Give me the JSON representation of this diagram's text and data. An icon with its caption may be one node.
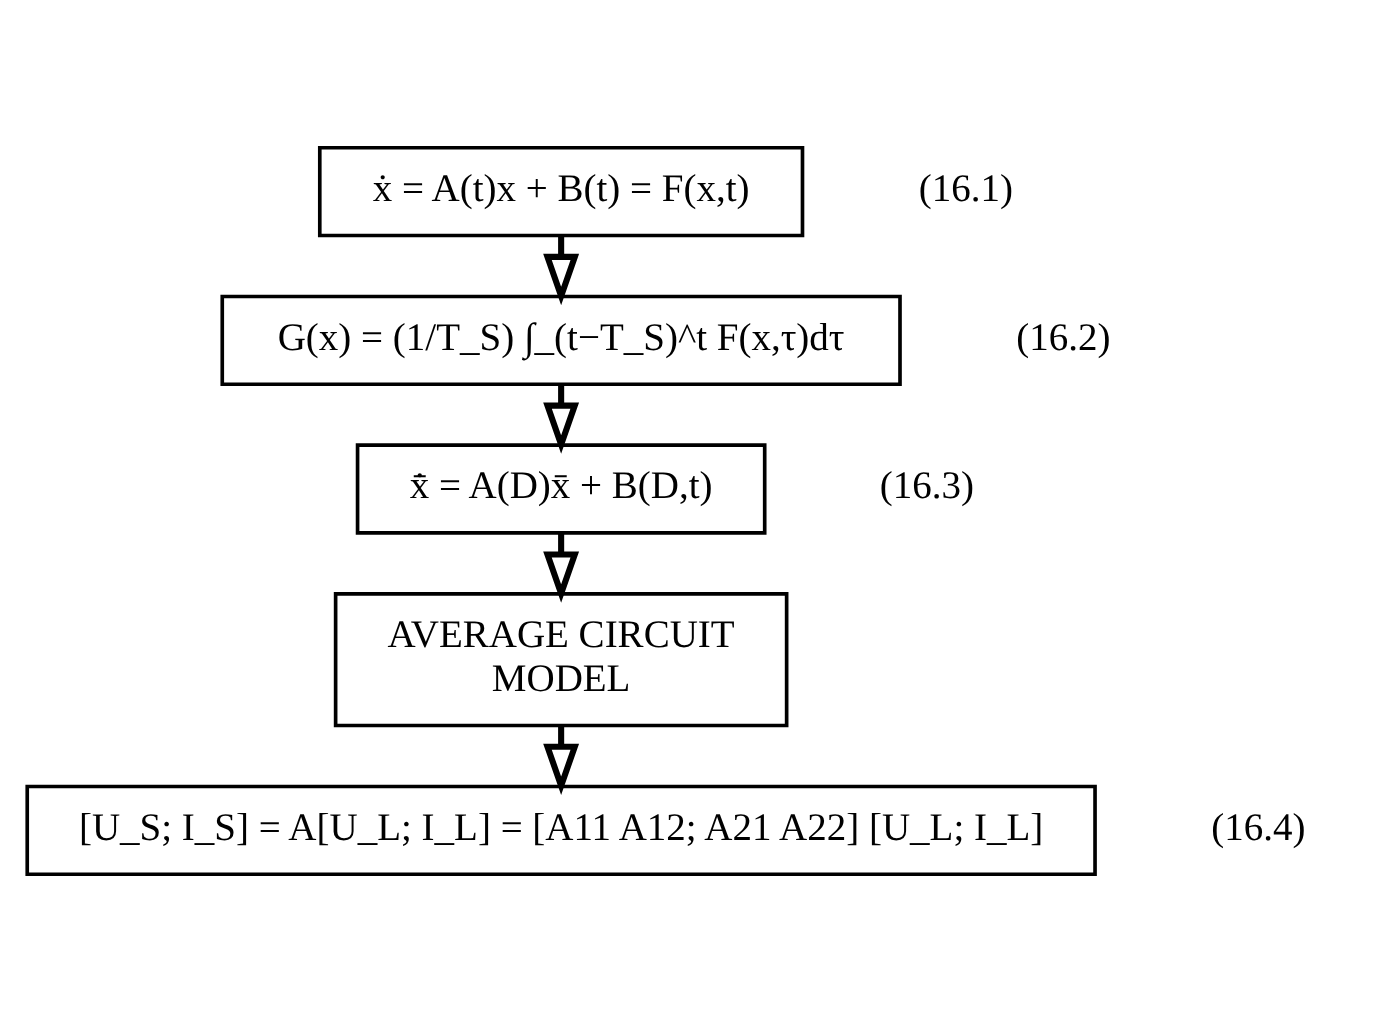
{
  "diagram": {
    "nodes": [
      {
        "text": [
          "ẋ = A(t)x + B(t) = F(x,t)"
        ],
        "beside": [
          "(16.1)"
        ]
      },
      {
        "text": [
          "G(x) = (1/T_S) ∫_(t−T_S)^t F(x,τ)dτ"
        ],
        "beside": [
          "(16.2)"
        ]
      },
      {
        "text": [
          "x̄̇ = A(D)x̄ + B(D,t)"
        ],
        "beside": [
          "(16.3)"
        ]
      },
      {
        "text": [
          "AVERAGE CIRCUIT MODEL"
        ]
      },
      {
        "text": [
          "[U_S; I_S] = A[U_L; I_L] = [A11 A12; A21 A22] [U_L; I_L]"
        ],
        "beside": [
          "(16.4)"
        ]
      }
    ],
    "edges": [
      {
        "from": 0,
        "to": 1,
        "arrow": "to"
      },
      {
        "from": 1,
        "to": 2,
        "arrow": "to"
      },
      {
        "from": 2,
        "to": 3,
        "arrow": "to"
      },
      {
        "from": 3,
        "to": 4,
        "arrow": "to"
      }
    ]
  }
}
